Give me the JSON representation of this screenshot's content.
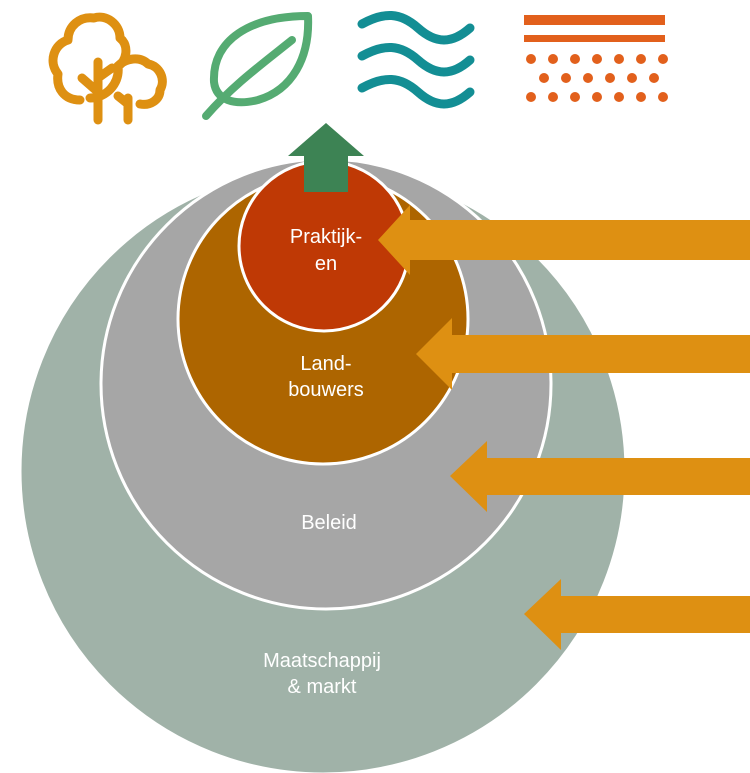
{
  "icons": [
    {
      "name": "trees-icon",
      "color": "#DE9012"
    },
    {
      "name": "leaf-icon",
      "color": "#55AB72"
    },
    {
      "name": "water-waves-icon",
      "color": "#138E94"
    },
    {
      "name": "soil-layers-icon",
      "color": "#E2601C"
    }
  ],
  "circles": {
    "society": {
      "line1": "Maatschappij",
      "line2": "& markt",
      "color": "#A0B2A8"
    },
    "policy": {
      "label": "Beleid",
      "color": "#A6A6A6"
    },
    "farmers": {
      "line1": "Land-",
      "line2": "bouwers",
      "color": "#AD6500"
    },
    "practices": {
      "line1": "Praktijk-",
      "line2": "en",
      "color": "#BF3905"
    }
  },
  "colors": {
    "arrow_in": "#DE9012",
    "arrow_up": "#3D8354",
    "outline": "#FFFFFF",
    "label_text": "#FFFFFF"
  }
}
